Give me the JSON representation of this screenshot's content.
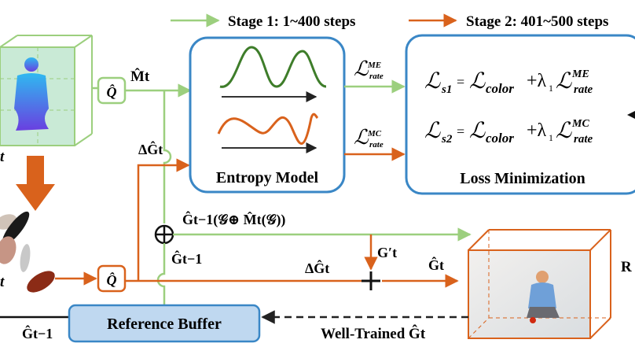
{
  "legend": {
    "stage1": "Stage 1: 1~400 steps",
    "stage2": "Stage 2: 401~500 steps",
    "stage1_color": "#9ccf7e",
    "stage2_color": "#d9621c"
  },
  "quantizer_label": "Q̂",
  "labels": {
    "m_hat_t": "M̂t",
    "delta_g_t_upper": "ΔĜt",
    "delta_g_t_lower": "ΔĜt",
    "g_prev_transform": "Ĝt−1(𝒢⊕ M̂t(𝒢))",
    "g_prev_mid": "Ĝt−1",
    "g_prime_t": "G′t",
    "g_hat_t": "Ĝt",
    "g_prev_bottom": "Ĝt−1",
    "well_trained": "Well-Trained Ĝt",
    "left_t_top": "t",
    "left_t_bottom": "t",
    "right_cut": "R"
  },
  "entropy_model": {
    "title": "Entropy Model"
  },
  "rates": {
    "me": "ℒ rate ME",
    "mc": "ℒ rate MC"
  },
  "loss": {
    "title": "Loss Minimization",
    "eq1": "ℒs1 = ℒcolor + λ1 ℒrate ME",
    "eq2": "ℒs2 = ℒcolor + λ1 ℒrate MC"
  },
  "reference_buffer": {
    "title": "Reference Buffer"
  },
  "colors": {
    "blue": "#3a87c6",
    "green": "#9ccf7e",
    "orange": "#d9621c",
    "buffer_fill": "#bfd8f0",
    "dark": "#111111"
  }
}
